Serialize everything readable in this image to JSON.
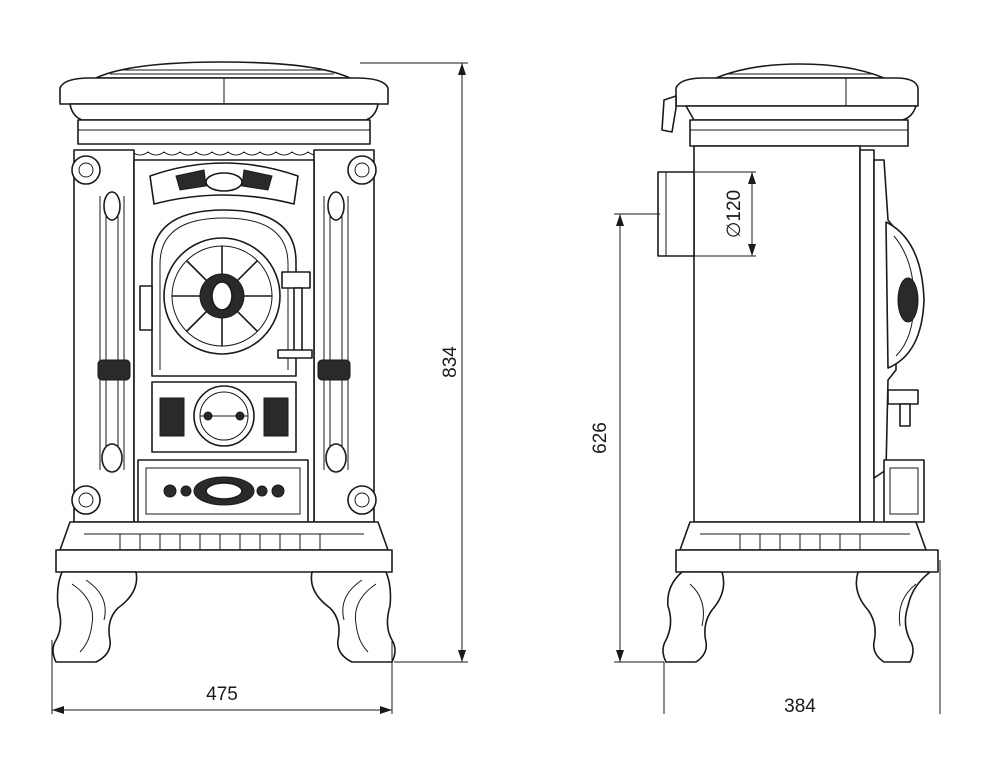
{
  "dimensions": {
    "width_front": "475",
    "total_height": "834",
    "flue_height": "626",
    "flue_diameter": "∅120",
    "depth_side": "384"
  },
  "colors": {
    "line": "#1a1a1a",
    "background": "#ffffff"
  }
}
